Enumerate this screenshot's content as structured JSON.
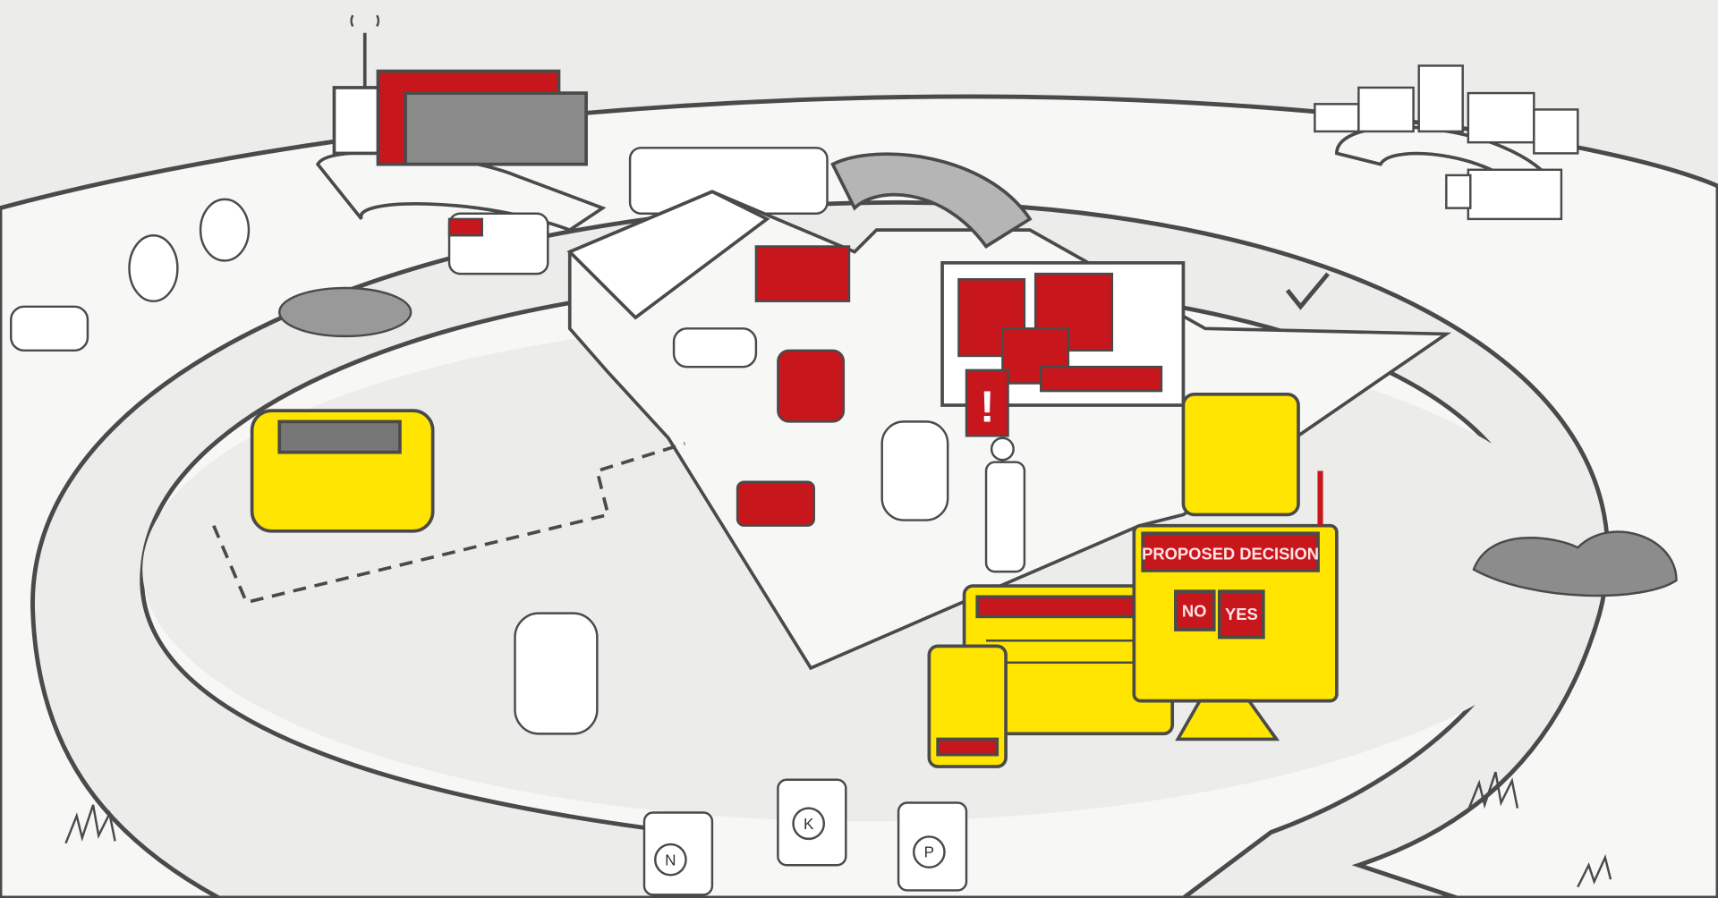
{
  "decision_panel": {
    "title": "PROPOSED DECISION",
    "no_label": "NO",
    "yes_label": "YES"
  },
  "fertilizer_canisters": [
    {
      "label": "N"
    },
    {
      "label": "K"
    },
    {
      "label": "P"
    }
  ],
  "colors": {
    "background": "#ececeb",
    "outline": "#4a4a4a",
    "accent_red": "#c8161d",
    "accent_yellow": "#ffe500"
  }
}
